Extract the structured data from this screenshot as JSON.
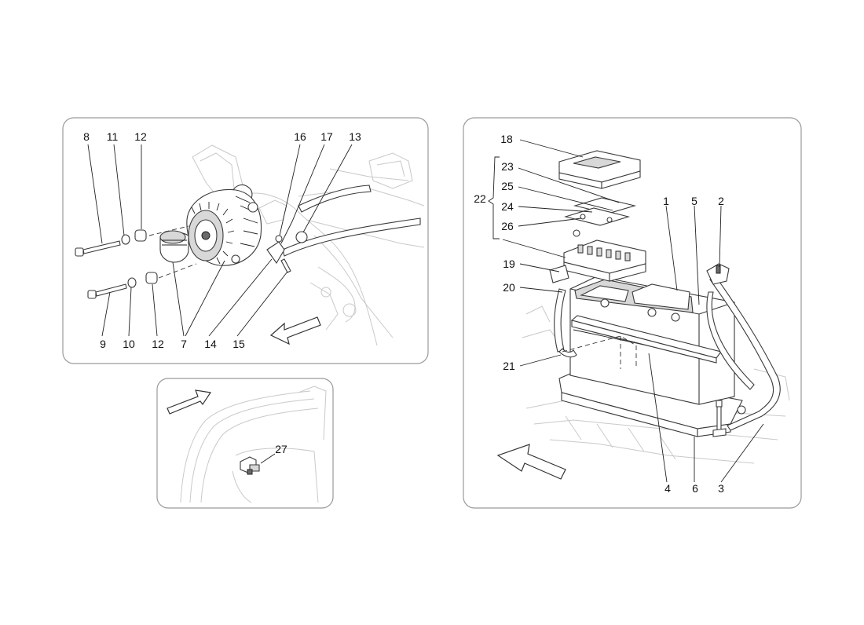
{
  "panels": {
    "alternator": {
      "labels": [
        {
          "id": "a8",
          "text": "8"
        },
        {
          "id": "a11",
          "text": "11"
        },
        {
          "id": "a12t",
          "text": "12"
        },
        {
          "id": "a16",
          "text": "16"
        },
        {
          "id": "a17",
          "text": "17"
        },
        {
          "id": "a13",
          "text": "13"
        },
        {
          "id": "a9",
          "text": "9"
        },
        {
          "id": "a10",
          "text": "10"
        },
        {
          "id": "a12b",
          "text": "12"
        },
        {
          "id": "a7",
          "text": "7"
        },
        {
          "id": "a14",
          "text": "14"
        },
        {
          "id": "a15",
          "text": "15"
        }
      ]
    },
    "sensor": {
      "labels": [
        {
          "id": "s27",
          "text": "27"
        }
      ]
    },
    "battery": {
      "labels": [
        {
          "id": "b18",
          "text": "18"
        },
        {
          "id": "b23",
          "text": "23"
        },
        {
          "id": "b22",
          "text": "22"
        },
        {
          "id": "b25",
          "text": "25"
        },
        {
          "id": "b24",
          "text": "24"
        },
        {
          "id": "b26",
          "text": "26"
        },
        {
          "id": "b1",
          "text": "1"
        },
        {
          "id": "b5",
          "text": "5"
        },
        {
          "id": "b2",
          "text": "2"
        },
        {
          "id": "b19",
          "text": "19"
        },
        {
          "id": "b20",
          "text": "20"
        },
        {
          "id": "b21",
          "text": "21"
        },
        {
          "id": "b4",
          "text": "4"
        },
        {
          "id": "b6",
          "text": "6"
        },
        {
          "id": "b3",
          "text": "3"
        }
      ]
    }
  },
  "icons": {
    "direction_arrow": "direction-arrow-icon"
  },
  "colors": {
    "line": "#3a3a3a",
    "ghost": "#c9c9c9",
    "frame": "#9a9a9a"
  }
}
